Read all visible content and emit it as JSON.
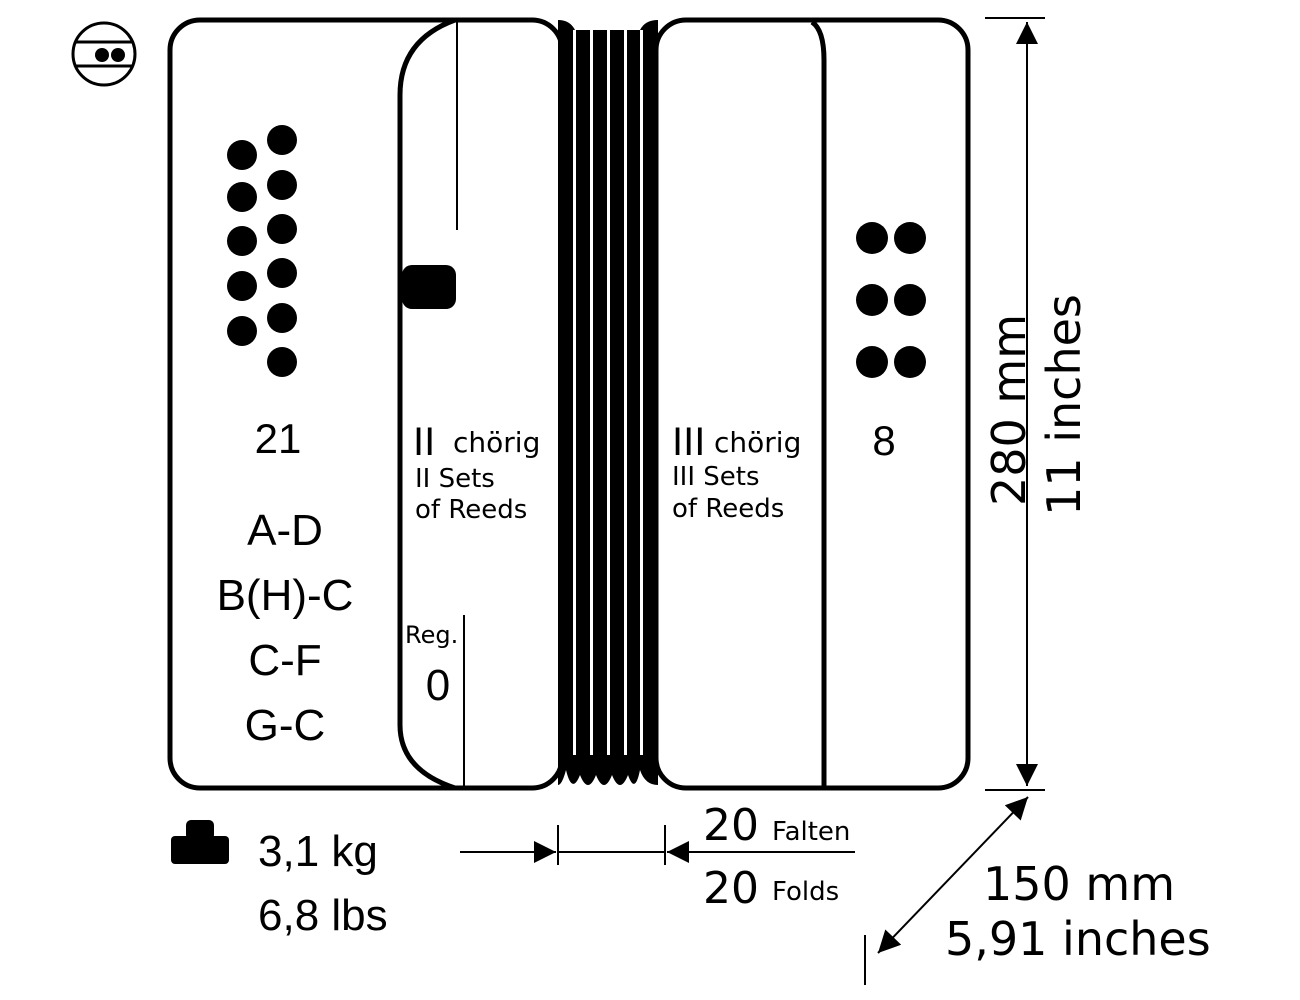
{
  "treble_side": {
    "button_count": "21",
    "keys": [
      "A-D",
      "B(H)-C",
      "C-F",
      "G-C"
    ],
    "reeds_roman": "II",
    "reeds_de": "chörig",
    "reeds_en_1": "II Sets",
    "reeds_en_2": "of Reeds",
    "register_label": "Reg.",
    "register_value": "0"
  },
  "bass_side": {
    "button_count": "8",
    "reeds_roman": "III",
    "reeds_de": "chörig",
    "reeds_en_1": "III Sets",
    "reeds_en_2": "of Reeds"
  },
  "dimensions": {
    "height_mm": "280 mm",
    "height_in": "11 inches",
    "depth_mm": "150 mm",
    "depth_in": "5,91 inches"
  },
  "weight": {
    "kg": "3,1 kg",
    "lbs": "6,8 lbs"
  },
  "bellows": {
    "folds_num_de": "20",
    "folds_de": "Falten",
    "folds_num_en": "20",
    "folds_en": "Folds"
  },
  "icons": [
    "two-row-button-icon",
    "weight-icon"
  ]
}
